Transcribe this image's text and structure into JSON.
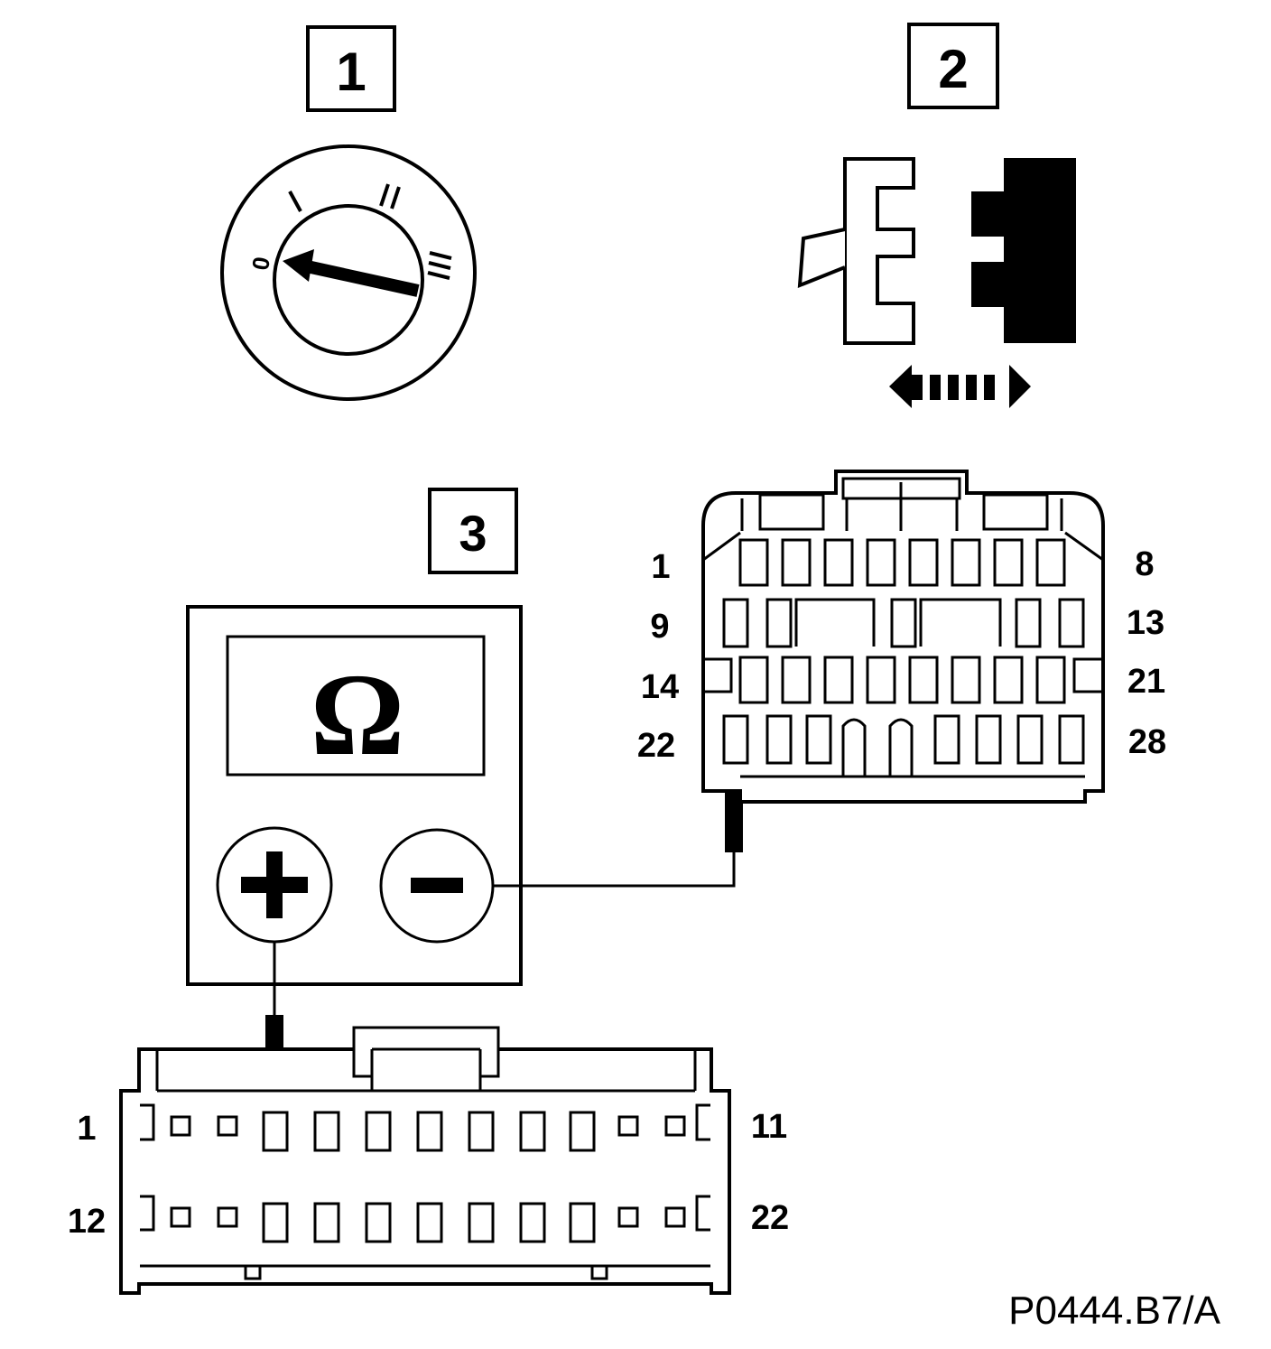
{
  "steps": {
    "step1": "1",
    "step2": "2",
    "step3": "3"
  },
  "ignition_switch": {
    "positions": [
      "0",
      "I",
      "II",
      "III"
    ]
  },
  "multimeter": {
    "unit_symbol": "Ω",
    "positive_terminal": "+",
    "negative_terminal": "−"
  },
  "connector_28pin": {
    "pin_labels": {
      "row1_left": "1",
      "row1_right": "8",
      "row2_left": "9",
      "row2_right": "13",
      "row3_left": "14",
      "row3_right": "21",
      "row4_left": "22",
      "row4_right": "28"
    }
  },
  "connector_22pin": {
    "pin_labels": {
      "row1_left": "1",
      "row1_right": "11",
      "row2_left": "12",
      "row2_right": "22"
    }
  },
  "figure_reference": "P0444.B7/A"
}
